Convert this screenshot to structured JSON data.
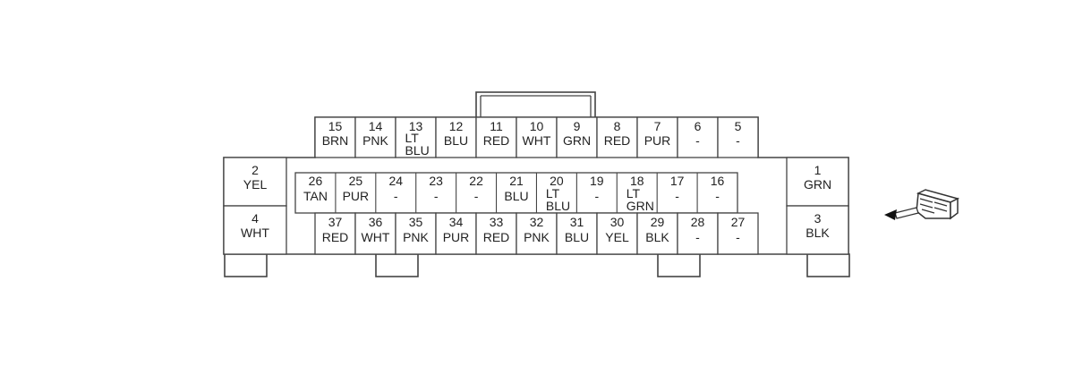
{
  "top_row": [
    {
      "num": "15",
      "color": "BRN"
    },
    {
      "num": "14",
      "color": "PNK"
    },
    {
      "num": "13",
      "color": "LT BLU"
    },
    {
      "num": "12",
      "color": "BLU"
    },
    {
      "num": "11",
      "color": "RED"
    },
    {
      "num": "10",
      "color": "WHT"
    },
    {
      "num": "9",
      "color": "GRN"
    },
    {
      "num": "8",
      "color": "RED"
    },
    {
      "num": "7",
      "color": "PUR"
    },
    {
      "num": "6",
      "color": "-"
    },
    {
      "num": "5",
      "color": "-"
    }
  ],
  "middle_row": [
    {
      "num": "26",
      "color": "TAN"
    },
    {
      "num": "25",
      "color": "PUR"
    },
    {
      "num": "24",
      "color": "-"
    },
    {
      "num": "23",
      "color": "-"
    },
    {
      "num": "22",
      "color": "-"
    },
    {
      "num": "21",
      "color": "BLU"
    },
    {
      "num": "20",
      "color": "LT BLU"
    },
    {
      "num": "19",
      "color": "-"
    },
    {
      "num": "18",
      "color": "LT GRN"
    },
    {
      "num": "17",
      "color": "-"
    },
    {
      "num": "16",
      "color": "-"
    }
  ],
  "bottom_row": [
    {
      "num": "37",
      "color": "RED"
    },
    {
      "num": "36",
      "color": "WHT"
    },
    {
      "num": "35",
      "color": "PNK"
    },
    {
      "num": "34",
      "color": "PUR"
    },
    {
      "num": "33",
      "color": "RED"
    },
    {
      "num": "32",
      "color": "PNK"
    },
    {
      "num": "31",
      "color": "BLU"
    },
    {
      "num": "30",
      "color": "YEL"
    },
    {
      "num": "29",
      "color": "BLK"
    },
    {
      "num": "28",
      "color": "-"
    },
    {
      "num": "27",
      "color": "-"
    }
  ],
  "left_side": [
    {
      "num": "2",
      "color": "YEL"
    },
    {
      "num": "4",
      "color": "WHT"
    }
  ],
  "right_side": [
    {
      "num": "1",
      "color": "GRN"
    },
    {
      "num": "3",
      "color": "BLK"
    }
  ],
  "icon": "connector-terminal-side-view-icon"
}
